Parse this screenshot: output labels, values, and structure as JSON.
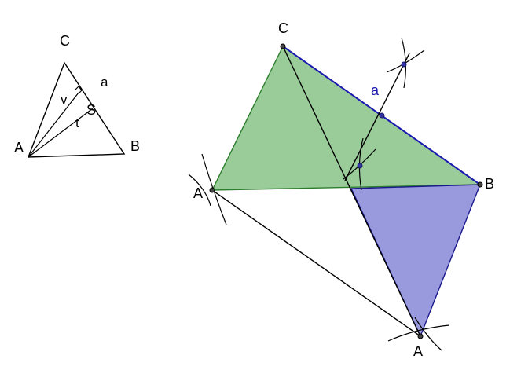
{
  "small_triangle": {
    "label_C": "C",
    "label_A": "A",
    "label_B": "B",
    "label_a": "a",
    "label_v": "v",
    "label_t": "t",
    "label_S": "S"
  },
  "large_figure": {
    "label_C": "C",
    "label_A_left": "A",
    "label_B": "B",
    "label_A_bottom": "A",
    "label_a": "a"
  },
  "colors": {
    "green_fill": "#99cc99",
    "green_stroke": "#2e7d2e",
    "blue_fill": "#9999dd",
    "blue_stroke": "#1a1a8c",
    "side_a": "#1a1ab0"
  }
}
